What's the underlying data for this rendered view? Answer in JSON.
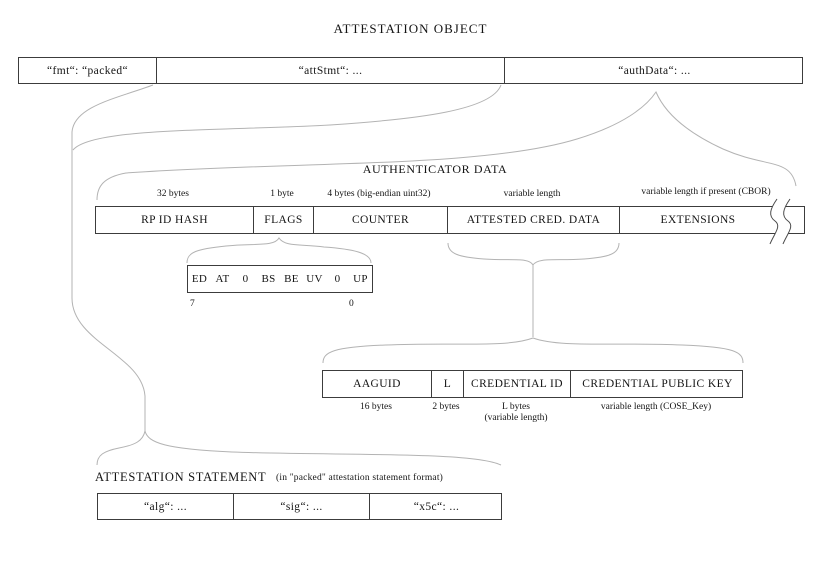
{
  "title": "ATTESTATION OBJECT",
  "colors": {
    "border": "#3c3c3c",
    "curve": "#b3b3b3",
    "ink": "#141414",
    "background": "#ffffff"
  },
  "attestation_object": {
    "cells": [
      {
        "label": "“fmt“: “packed“"
      },
      {
        "label": "“attStmt“: ..."
      },
      {
        "label": "“authData“: ..."
      }
    ]
  },
  "authenticator_data": {
    "title": "AUTHENTICATOR DATA",
    "fields": [
      {
        "name": "RP ID HASH",
        "size": "32 bytes"
      },
      {
        "name": "FLAGS",
        "size": "1 byte"
      },
      {
        "name": "COUNTER",
        "size": "4 bytes (big-endian uint32)"
      },
      {
        "name": "ATTESTED CRED. DATA",
        "size": "variable length"
      },
      {
        "name": "EXTENSIONS",
        "size": "variable length if present (CBOR)"
      }
    ]
  },
  "flags": {
    "bits": [
      "ED",
      "AT",
      "0",
      "BS",
      "BE",
      "UV",
      "0",
      "UP"
    ],
    "msb": "7",
    "lsb": "0"
  },
  "attested_credential_data": {
    "fields": [
      {
        "name": "AAGUID",
        "size": "16 bytes",
        "size2": ""
      },
      {
        "name": "L",
        "size": "2 bytes",
        "size2": ""
      },
      {
        "name": "CREDENTIAL ID",
        "size": "L bytes",
        "size2": "(variable length)"
      },
      {
        "name": "CREDENTIAL PUBLIC KEY",
        "size": "variable length (COSE_Key)",
        "size2": ""
      }
    ]
  },
  "attestation_statement": {
    "title": "ATTESTATION STATEMENT",
    "subtitle": "(in \"packed\" attestation statement format)",
    "cells": [
      {
        "label": "“alg“: ..."
      },
      {
        "label": "“sig“: ..."
      },
      {
        "label": "“x5c“: ..."
      }
    ]
  }
}
